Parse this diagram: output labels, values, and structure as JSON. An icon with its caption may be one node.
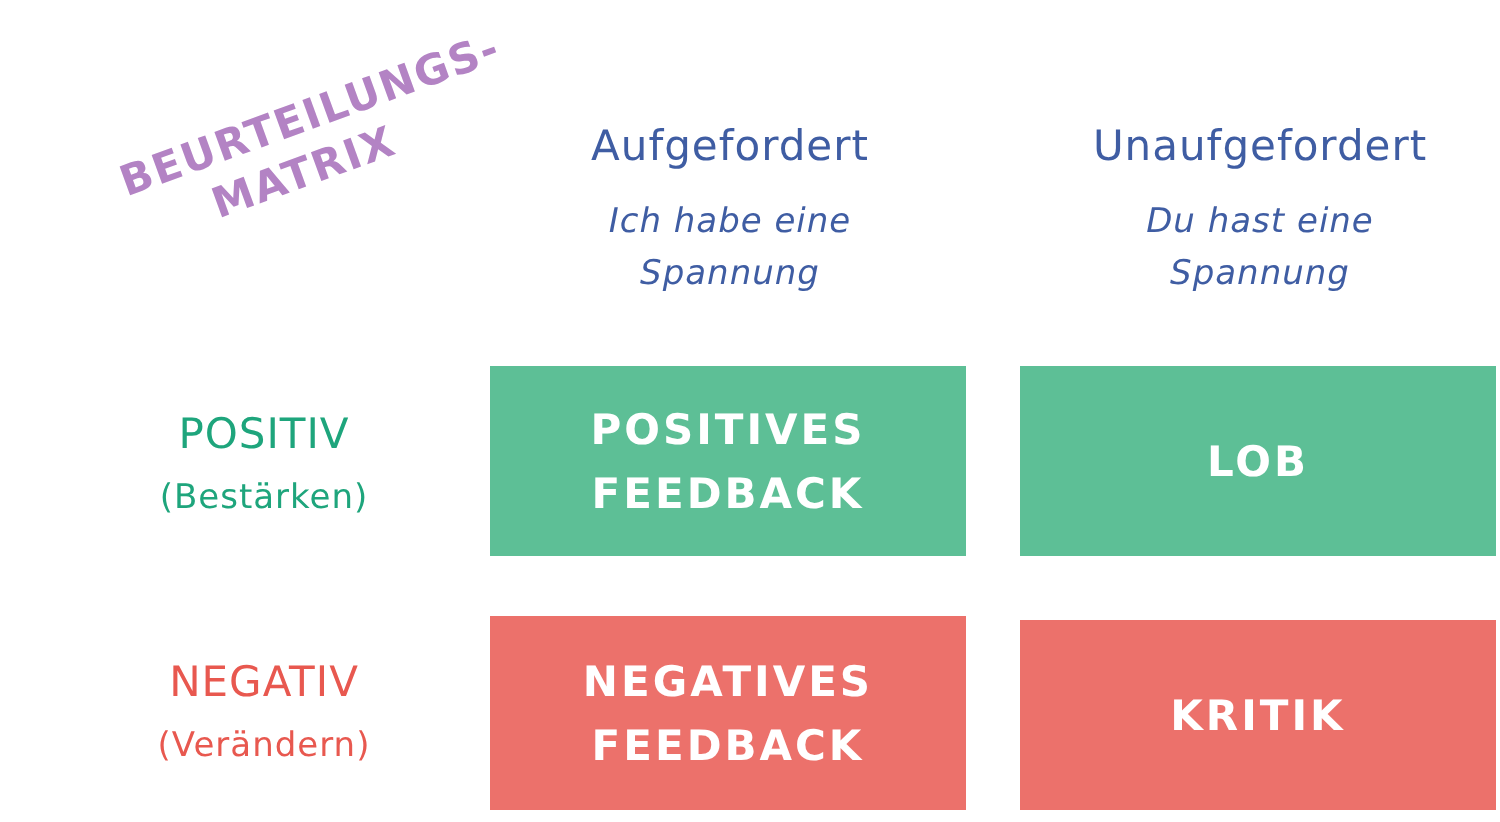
{
  "diagram": {
    "title": "BEURTEILUNGS-MATRIX",
    "nodes": [
      {
        "text": [
          "POSITIVES FEEDBACK"
        ]
      },
      {
        "text": [
          "LOB"
        ]
      },
      {
        "text": [
          "NEGATIVES FEEDBACK"
        ]
      },
      {
        "text": [
          "KRITIK"
        ]
      }
    ],
    "labels": [
      "Aufgefordert",
      "Ich habe eine Spannung",
      "Unaufgefordert",
      "Du hast eine Spannung",
      "POSITIV",
      "(Bestärken)",
      "NEGATIV",
      "(Verändern)"
    ]
  }
}
